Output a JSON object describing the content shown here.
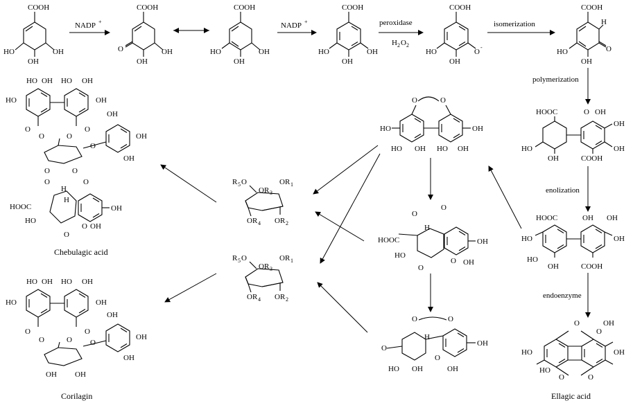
{
  "reactions": {
    "r1": {
      "label": "NADP",
      "sup": "+"
    },
    "r2": {
      "label": "NADP",
      "sup": "+"
    },
    "r3": {
      "label": "peroxidase",
      "sub_label": "H",
      "sub_idx": "2",
      "sub_label2": "O",
      "sub_idx2": "2"
    },
    "r4": {
      "label": "isomerization"
    },
    "r5": {
      "label": "polymerization"
    },
    "r6": {
      "label": "enolization"
    },
    "r7": {
      "label": "endoenzyme"
    }
  },
  "groups": {
    "cooh": "COOH",
    "hooc": "HOOC",
    "oh": "OH",
    "ho": "HO",
    "o": "O",
    "h": "H",
    "o_minus": "O",
    "minus": "-"
  },
  "sugar": {
    "r5": "R",
    "r5_idx": "5",
    "or3": "OR",
    "or3_idx": "3",
    "or1": "OR",
    "or1_idx": "1",
    "or4": "OR",
    "or4_idx": "4",
    "or2": "OR",
    "or2_idx": "2",
    "o": "O"
  },
  "captions": {
    "chebulagic": "Chebulagic acid",
    "corilagin": "Corilagin",
    "ellagic": "Ellagic acid"
  }
}
